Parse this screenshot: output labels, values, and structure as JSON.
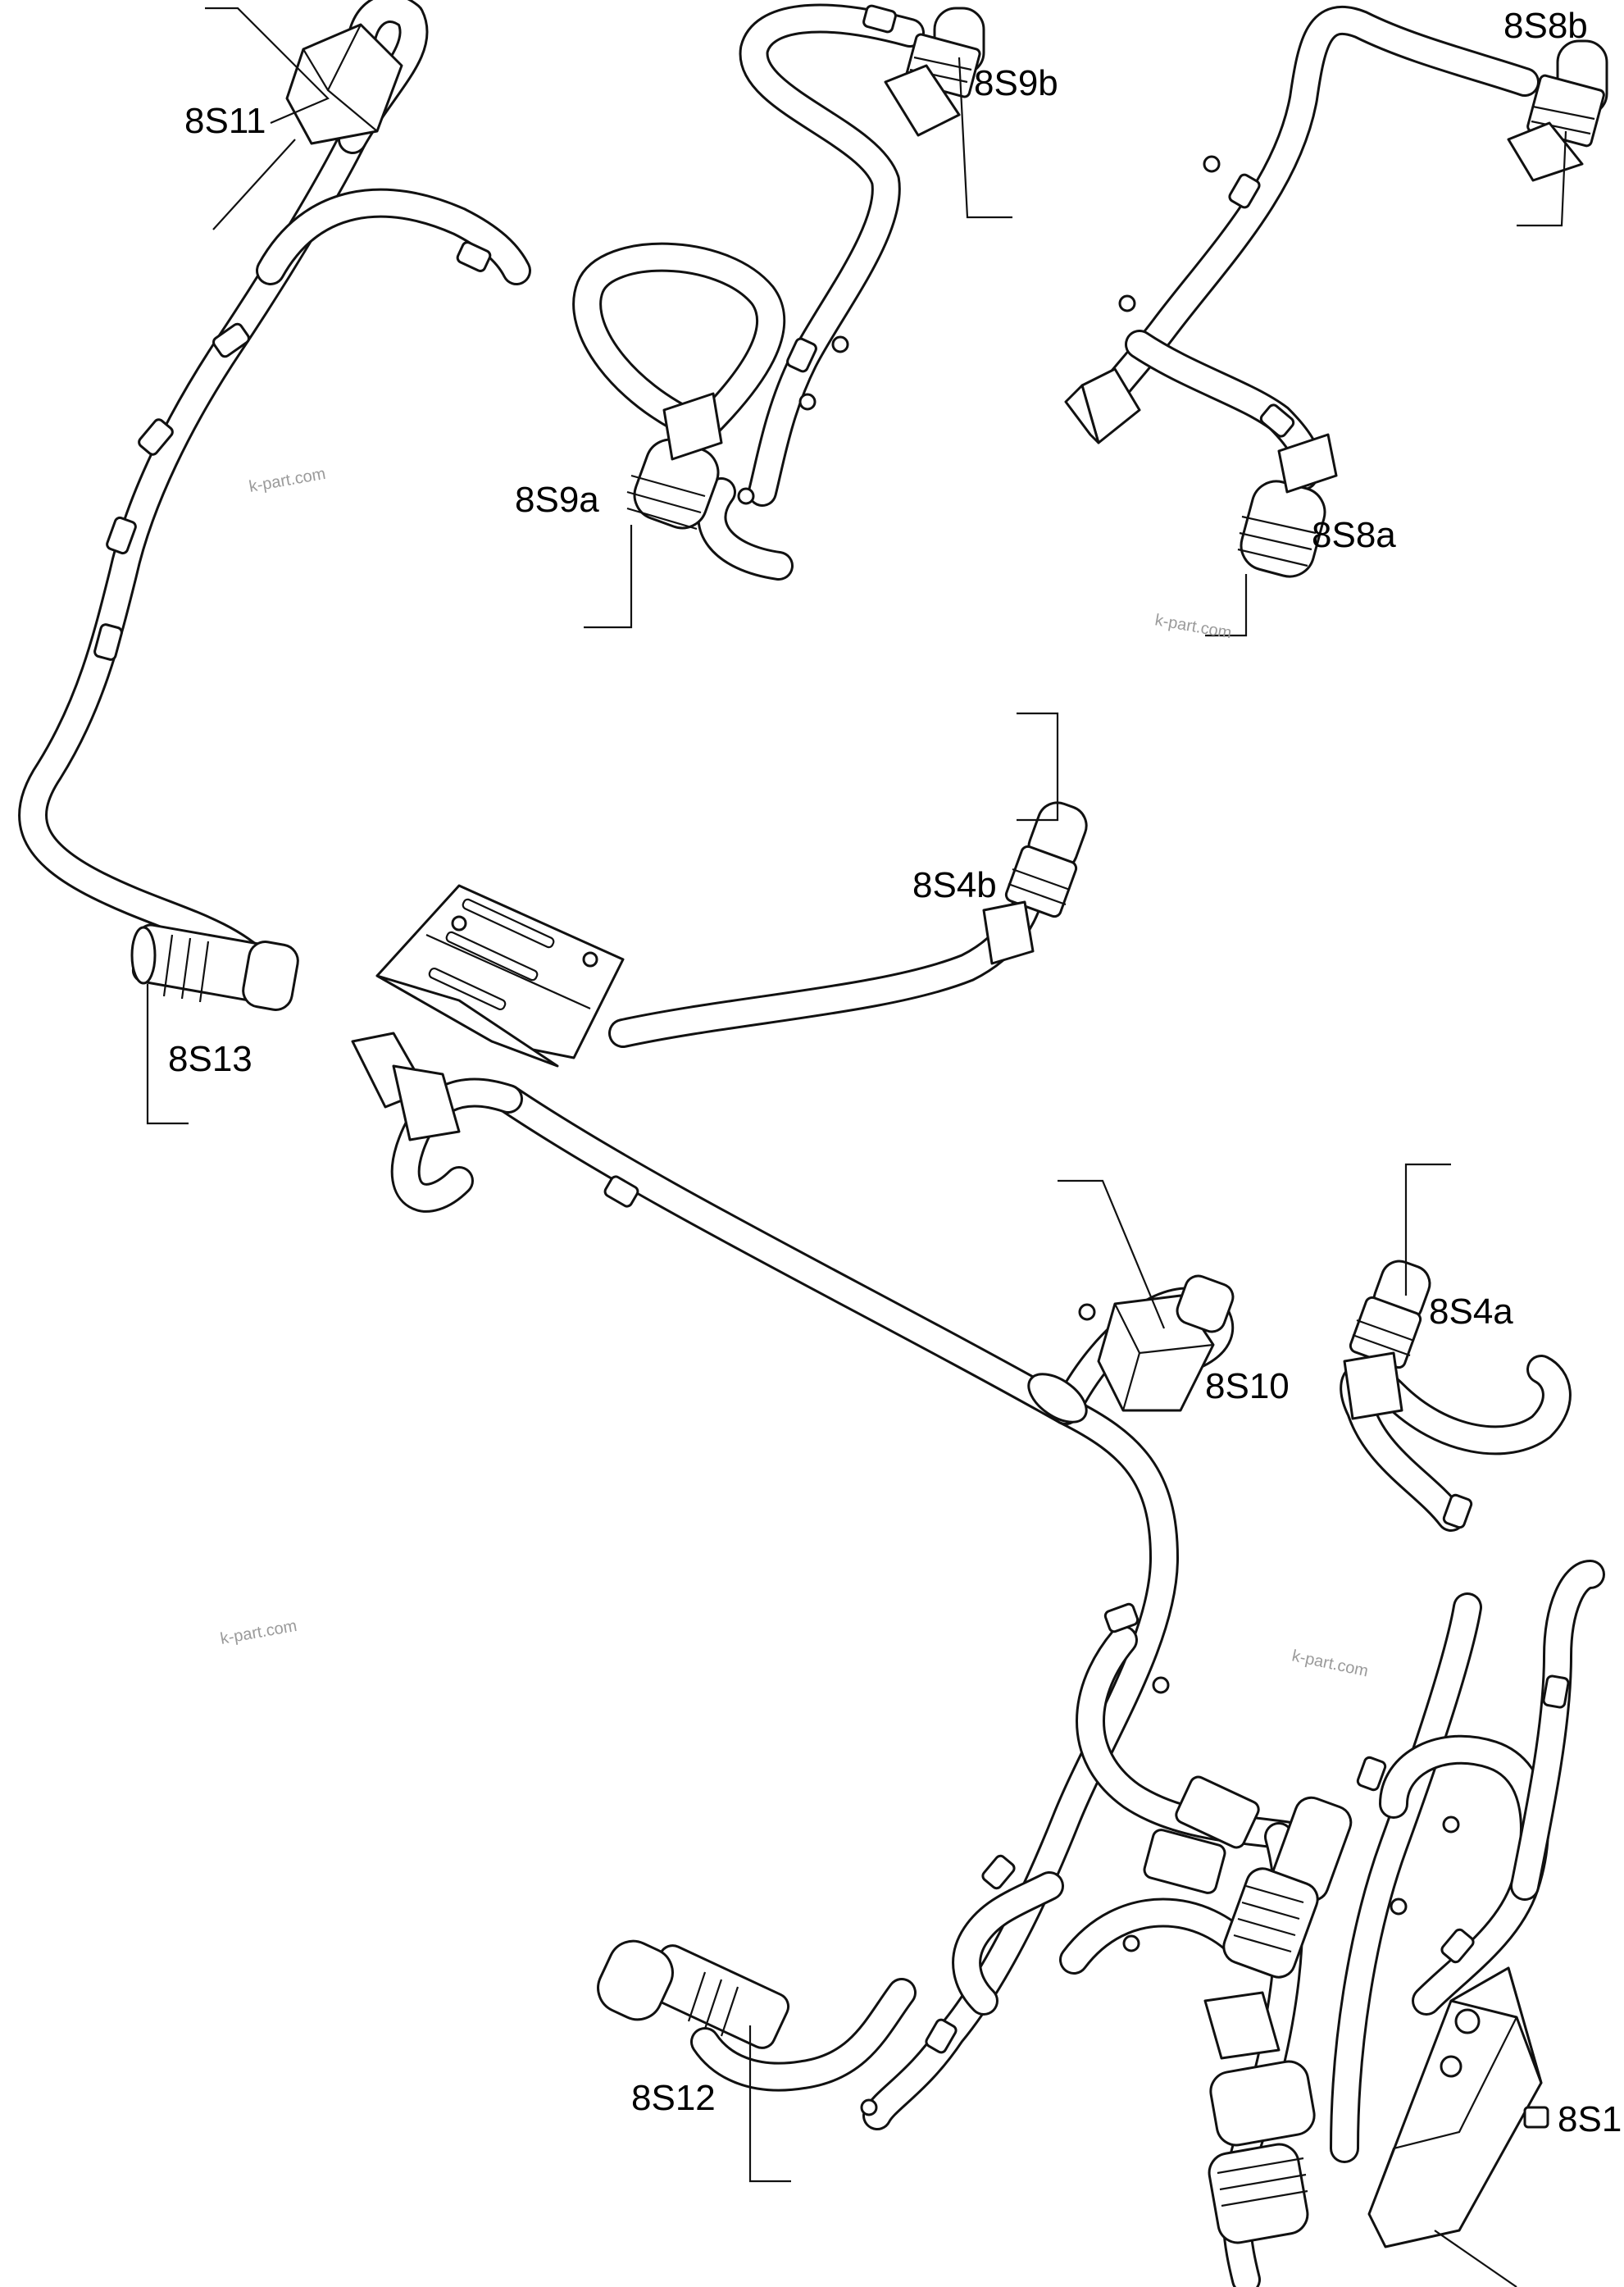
{
  "labels": {
    "s8s11": "8S11",
    "s8s9b": "8S9b",
    "s8s8b": "8S8b",
    "s8s9a": "8S9a",
    "s8s8a": "8S8a",
    "s8s4b": "8S4b",
    "s8s13": "8S13",
    "s8s4a": "8S4a",
    "s8s10": "8S10",
    "s8s12": "8S12",
    "s8s1": "8S1"
  },
  "watermark": "k-part.com",
  "colors": {
    "line": "#111111",
    "background": "#ffffff",
    "watermark": "#9a9a9a"
  }
}
